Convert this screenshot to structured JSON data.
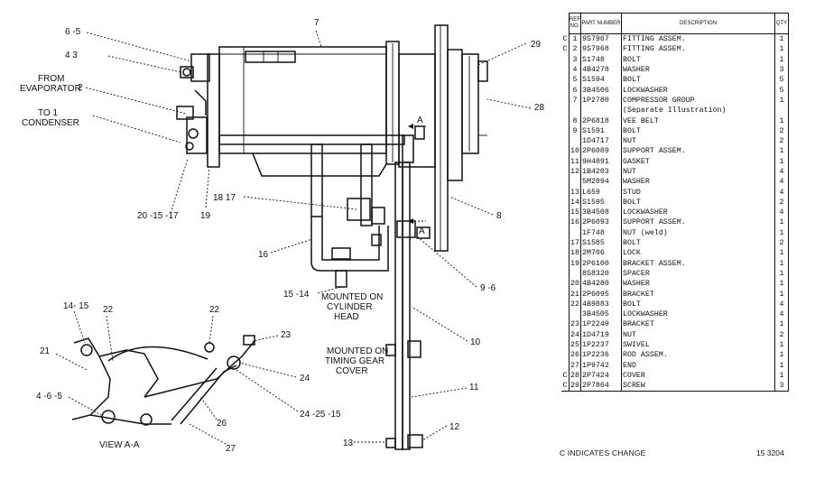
{
  "diagram": {
    "callouts": {
      "c_65": "6 -5",
      "c_43": "4  3",
      "c_from1": "FROM",
      "c_from2": "EVAPORATOR",
      "c_2": "2",
      "c_to1": "TO  1",
      "c_to2": "CONDENSER",
      "c_7": "7",
      "c_29": "29",
      "c_28": "28",
      "c_a1": "A",
      "c_a2": "A",
      "c_8": "8",
      "c_1817": "18 17",
      "c_201517": "20  -15 -17",
      "c_19": "19",
      "c_16": "16",
      "c_1514": "15 -14",
      "c_mc1": "MOUNTED ON",
      "c_mc2": "CYLINDER",
      "c_mc3": "HEAD",
      "c_96": "9 -6",
      "c_10": "10",
      "c_mt1": "MOUNTED ON",
      "c_mt2": "TIMING GEAR",
      "c_mt3": "COVER",
      "c_11": "11",
      "c_12": "12",
      "c_13": "13",
      "c_1415": "14- 15",
      "c_22a": "22",
      "c_22b": "22",
      "c_23": "23",
      "c_21": "21",
      "c_24": "24",
      "c_465": "4 -6 -5",
      "c_242515": "24 -25 -15",
      "c_26": "26",
      "c_27": "27",
      "c_view": "VIEW A-A"
    }
  },
  "parts_table": {
    "headers": {
      "ref": "REF NO.",
      "part": "PART NUMBER",
      "desc": "DESCRIPTION",
      "qty": "QTY"
    },
    "rows": [
      {
        "c": "C",
        "r": "1",
        "p": "9S7967",
        "d": "FITTING ASSEM.",
        "q": "1"
      },
      {
        "c": "C",
        "r": "2",
        "p": "9S7968",
        "d": "FITTING ASSEM.",
        "q": "1"
      },
      {
        "c": "",
        "r": "3",
        "p": "S1748",
        "d": "BOLT",
        "q": "1"
      },
      {
        "c": "",
        "r": "4",
        "p": "4B4278",
        "d": "WASHER",
        "q": "3"
      },
      {
        "c": "",
        "r": "5",
        "p": "S1594",
        "d": "BOLT",
        "q": "5"
      },
      {
        "c": "",
        "r": "6",
        "p": "3B4506",
        "d": "LOCKWASHER",
        "q": "5"
      },
      {
        "c": "",
        "r": "7",
        "p": "1P2780",
        "d": "COMPRESSOR GROUP",
        "q": "1"
      },
      {
        "c": "",
        "r": "",
        "p": "",
        "d": "(Separate  Illustration)",
        "q": ""
      },
      {
        "c": "",
        "r": "8",
        "p": "2P6818",
        "d": "VEE BELT",
        "q": "1"
      },
      {
        "c": "",
        "r": "9",
        "p": "S1591",
        "d": "BOLT",
        "q": "2"
      },
      {
        "c": "",
        "r": "",
        "p": "1D4717",
        "d": "NUT",
        "q": "2"
      },
      {
        "c": "",
        "r": "10",
        "p": "2P6089",
        "d": "SUPPORT ASSEM.",
        "q": "1"
      },
      {
        "c": "",
        "r": "11",
        "p": "9H4891",
        "d": "GASKET",
        "q": "1"
      },
      {
        "c": "",
        "r": "12",
        "p": "1B4203",
        "d": "NUT",
        "q": "4"
      },
      {
        "c": "",
        "r": "",
        "p": "5M2894",
        "d": "WASHER",
        "q": "4"
      },
      {
        "c": "",
        "r": "13",
        "p": "L659",
        "d": "STUD",
        "q": "4"
      },
      {
        "c": "",
        "r": "14",
        "p": "S1595",
        "d": "BOLT",
        "q": "2"
      },
      {
        "c": "",
        "r": "15",
        "p": "3B4508",
        "d": "LOCKWASHER",
        "q": "4"
      },
      {
        "c": "",
        "r": "16",
        "p": "2P6093",
        "d": "SUPPORT ASSEM.",
        "q": "1"
      },
      {
        "c": "",
        "r": "",
        "p": "1F748",
        "d": "  NUT           (weld)",
        "q": "1"
      },
      {
        "c": "",
        "r": "17",
        "p": "S1585",
        "d": "BOLT",
        "q": "2"
      },
      {
        "c": "",
        "r": "18",
        "p": "2M706",
        "d": "LOCK",
        "q": "1"
      },
      {
        "c": "",
        "r": "19",
        "p": "2P6100",
        "d": "BRACKET ASSEM.",
        "q": "1"
      },
      {
        "c": "",
        "r": "",
        "p": "8S8320",
        "d": "  SPACER",
        "q": "1"
      },
      {
        "c": "",
        "r": "20",
        "p": "4B4280",
        "d": "WASHER",
        "q": "1"
      },
      {
        "c": "",
        "r": "21",
        "p": "2P6095",
        "d": "BRACKET",
        "q": "1"
      },
      {
        "c": "",
        "r": "22",
        "p": "4B9883",
        "d": "BOLT",
        "q": "4"
      },
      {
        "c": "",
        "r": "",
        "p": "3B4505",
        "d": "LOCKWASHER",
        "q": "4"
      },
      {
        "c": "",
        "r": "23",
        "p": "1P2249",
        "d": "BRACKET",
        "q": "1"
      },
      {
        "c": "",
        "r": "24",
        "p": "1D4719",
        "d": "NUT",
        "q": "2"
      },
      {
        "c": "",
        "r": "25",
        "p": "1P2237",
        "d": "SWIVEL",
        "q": "1"
      },
      {
        "c": "",
        "r": "26",
        "p": "1P2236",
        "d": "ROD ASSEM.",
        "q": "1"
      },
      {
        "c": "",
        "r": "27",
        "p": "1P9742",
        "d": "END",
        "q": "1"
      },
      {
        "c": "C",
        "r": "28",
        "p": "2P7424",
        "d": "COVER",
        "q": "1"
      },
      {
        "c": "C",
        "r": "29",
        "p": "2P7864",
        "d": "SCREW",
        "q": "3"
      }
    ]
  },
  "footer": {
    "note": "C INDICATES CHANGE",
    "code": "15 3204"
  }
}
